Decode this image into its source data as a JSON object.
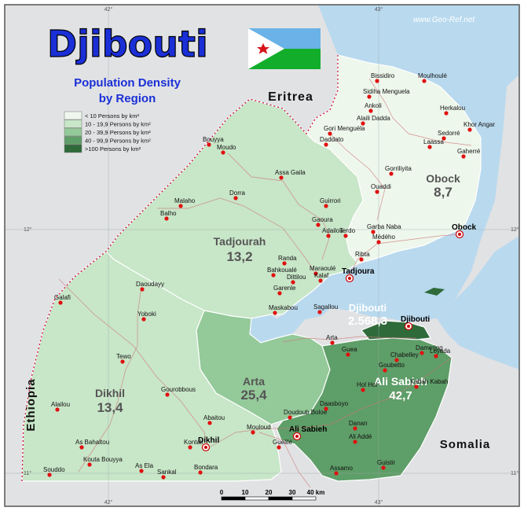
{
  "title": "Djibouti",
  "subtitle_line1": "Population Density",
  "subtitle_line2": "by Region",
  "watermark": "www.Geo-Ref.net",
  "flag_colors": {
    "top": "#6ab2e7",
    "bottom": "#12ad2b",
    "triangle": "#ffffff",
    "star": "#d7141a"
  },
  "legend": [
    {
      "label": "< 10   Persons by km²",
      "color": "#eef7ec"
    },
    {
      "label": "10 -  19,9 Persons by km²",
      "color": "#c8e6c8"
    },
    {
      "label": "20 -  39,9 Persons by km²",
      "color": "#94c99a"
    },
    {
      "label": "40 -  99,9 Persons by km²",
      "color": "#5e9e68"
    },
    {
      "label": ">100   Persons by km²",
      "color": "#2f6a3a"
    }
  ],
  "neighbors": {
    "eritrea": "Eritrea",
    "ethiopia": "Ethiopia",
    "somalia": "Somalia"
  },
  "regions": [
    {
      "name": "Obock",
      "density": "8,7"
    },
    {
      "name": "Tadjourah",
      "density": "13,2"
    },
    {
      "name": "Dikhil",
      "density": "13,4"
    },
    {
      "name": "Arta",
      "density": "25,4"
    },
    {
      "name": "Ali Sabieh",
      "density": "42,7"
    },
    {
      "name": "Djibouti",
      "density": "2.568,3"
    }
  ],
  "places": [
    "Bissidiro",
    "Moulhoulé",
    "Sidiha Menguela",
    "Ankoli",
    "Herkalou",
    "Alaili Dadda",
    "Gori Menguéla",
    "Daddato",
    "Khor Angar",
    "Sedorré",
    "Laassa",
    "Gaherré",
    "Bouyya",
    "Moudo",
    "Assa Gaila",
    "Gorriliyita",
    "Ouaddi",
    "Obock",
    "Malaho",
    "Balho",
    "Dorra",
    "Guirrori",
    "Gaoura",
    "Adailou",
    "Terdo",
    "Garba Naba",
    "Médého",
    "Randa",
    "Bahkoualé",
    "Maraoulé",
    "Kalaf",
    "Ribta",
    "Dittilou",
    "Garenle",
    "Tadjoura",
    "Maskabou",
    "Sagallou",
    "Daoudayy",
    "Galafi",
    "Yoboki",
    "Djibouti",
    "Damerjog",
    "Arta",
    "Guea",
    "Chabelley",
    "Goubetto",
    "Loyada",
    "Tewo",
    "Hol Hol",
    "Kabah Kabah",
    "Gourobbous",
    "Alailou",
    "Doudoub Boloe",
    "Daasboyo",
    "Danan",
    "Ali Sabieh",
    "Ali Addé",
    "Abaitou",
    "Mouloud",
    "Kontali",
    "Dikhil",
    "As Bahaltou",
    "Guelilé",
    "Kouta Bouyya",
    "As Ela",
    "Bondara",
    "Guistir",
    "Souddo",
    "Sankal",
    "Assamo"
  ],
  "coords": {
    "lon42": "42°",
    "lon43": "43°",
    "lat12": "12°",
    "lat11": "11°"
  },
  "scale": {
    "ticks": [
      "0",
      "10",
      "20",
      "30",
      "40 km"
    ]
  }
}
